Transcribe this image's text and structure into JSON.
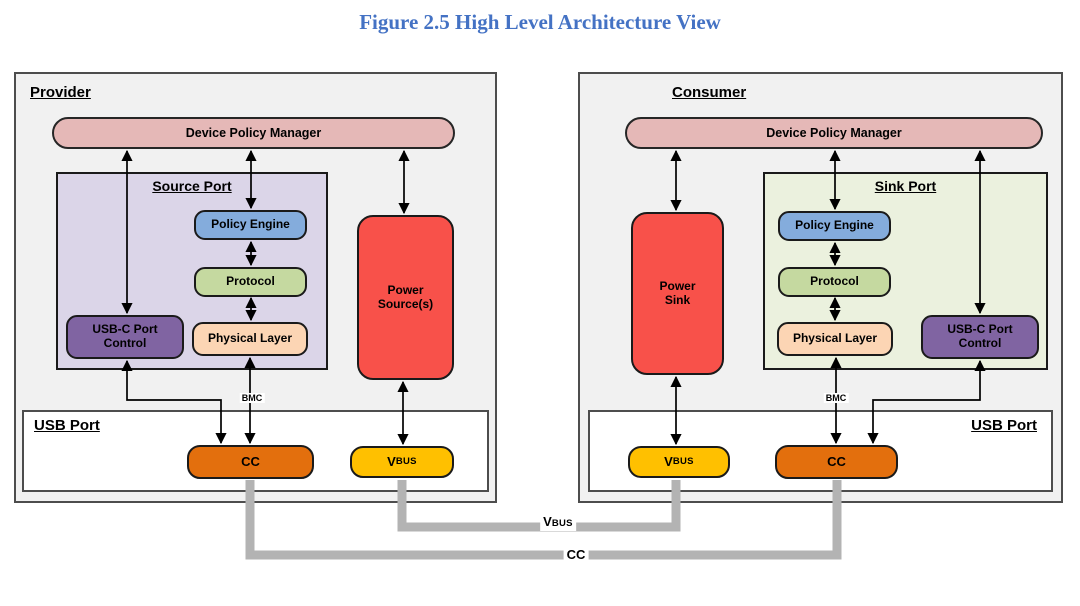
{
  "title": "Figure 2.5 High Level Architecture View",
  "provider": {
    "label": "Provider",
    "dpm_label": "Device Policy Manager",
    "source_port": {
      "label": "Source Port",
      "policy_engine": "Policy Engine",
      "protocol": "Protocol",
      "physical_layer": "Physical Layer",
      "usbc_port_control": "USB-C Port Control"
    },
    "power_source": "Power Source(s)",
    "bmc_label": "BMC",
    "usb_port": {
      "label": "USB Port",
      "cc": "CC",
      "vbus_v": "V",
      "vbus_bus": "BUS"
    }
  },
  "consumer": {
    "label": "Consumer",
    "dpm_label": "Device Policy Manager",
    "sink_port": {
      "label": "Sink Port",
      "policy_engine": "Policy Engine",
      "protocol": "Protocol",
      "physical_layer": "Physical Layer",
      "usbc_port_control": "USB-C Port Control"
    },
    "power_sink": "Power Sink",
    "bmc_label": "BMC",
    "usb_port": {
      "label": "USB Port",
      "cc": "CC",
      "vbus_v": "V",
      "vbus_bus": "BUS"
    }
  },
  "cables": {
    "vbus_v": "V",
    "vbus_bus": "BUS",
    "cc": "CC"
  },
  "colors": {
    "title_blue": "#4472C4",
    "panel_gray": "#F1F1F1",
    "dpm_pink": "#E5B8B7",
    "source_port_lavender": "#DBD5E8",
    "sink_port_green": "#EBF1DE",
    "policy_engine_blue": "#84ACDC",
    "protocol_green": "#C5D9A0",
    "physical_layer_peach": "#FCD5B4",
    "usbc_purple": "#8064A2",
    "power_red": "#F8514A",
    "cc_orange": "#E36F0D",
    "vbus_yellow": "#FFC000",
    "cable_gray": "#B3B3B3"
  }
}
